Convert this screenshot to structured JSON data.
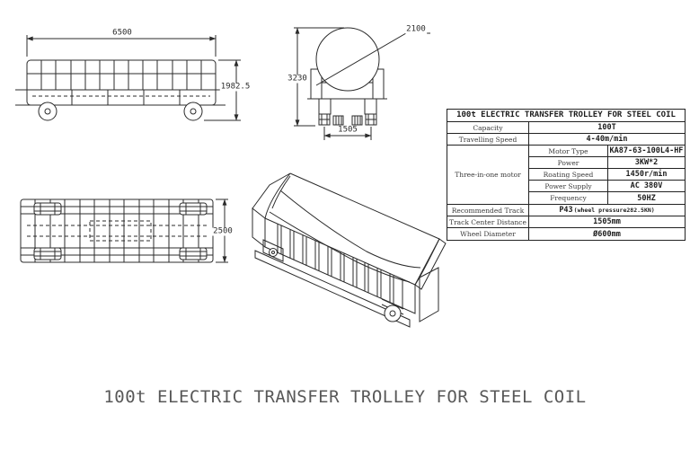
{
  "drawing_title": "100t ELECTRIC TRANSFER TROLLEY FOR STEEL COIL",
  "dimensions": {
    "side_length": "6500",
    "side_height": "1982.5",
    "front_height": "3230",
    "coil_diameter": "2100",
    "track_gauge": "1505",
    "plan_width": "2500"
  },
  "spec_table": {
    "header": "100t ELECTRIC TRANSFER TROLLEY FOR STEEL COIL",
    "capacity_label": "Capacity",
    "capacity_value": "100T",
    "speed_label": "Travelling Speed",
    "speed_value": "4-40m/min",
    "motor_group_label": "Three-in-one motor",
    "motor_rows": [
      {
        "label": "Motor Type",
        "value": "KA87-63-100L4-HF"
      },
      {
        "label": "Power",
        "value": "3KW*2"
      },
      {
        "label": "Roating Speed",
        "value": "1450r/min"
      },
      {
        "label": "Power Supply",
        "value": "AC 380V"
      },
      {
        "label": "Frequency",
        "value": "50HZ"
      }
    ],
    "track_label": "Recommended Track",
    "track_value_main": "P43",
    "track_value_note": "(wheel pressure282.5KN)",
    "track_center_label": "Track Center Distance",
    "track_center_value": "1505mm",
    "wheel_label": "Wheel Diameter",
    "wheel_value": "Ø600mm"
  }
}
